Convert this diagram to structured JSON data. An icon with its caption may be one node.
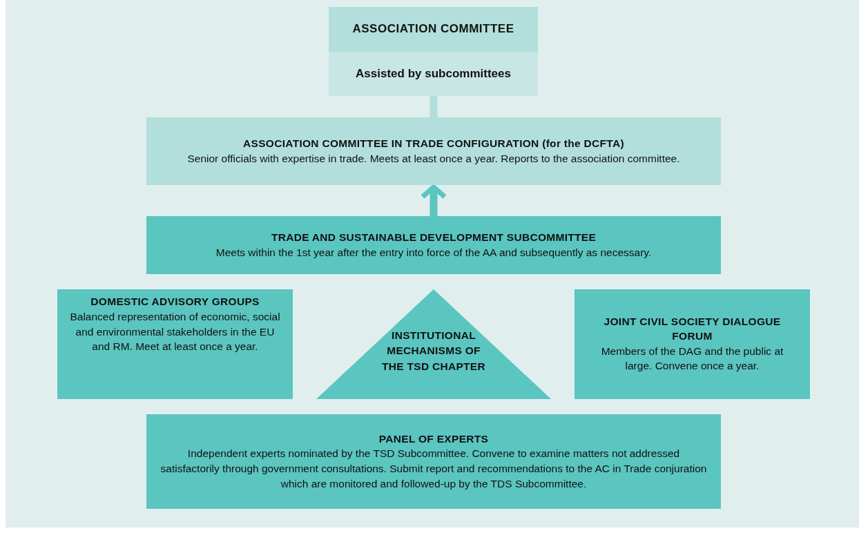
{
  "diagram": {
    "nodes": [
      {
        "text": [
          "ASSOCIATION COMMITTEE",
          "Assisted by subcommittees"
        ]
      },
      {
        "text": [
          "ASSOCIATION COMMITTEE IN TRADE CONFIGURATION (for the DCFTA)",
          "Senior officials with expertise in trade. Meets at least once a year. Reports to the association committee."
        ]
      },
      {
        "text": [
          "TRADE AND SUSTAINABLE DEVELOPMENT SUBCOMMITTEE",
          "Meets within the 1st year after the entry into force of the AA and subsequently as necessary."
        ]
      },
      {
        "text": [
          "DOMESTIC ADVISORY GROUPS",
          "Balanced representation of economic, social and environmental stakeholders in the EU and RM. Meet at least once a year."
        ]
      },
      {
        "text": [
          "INSTITUTIONAL MECHANISMS OF THE TSD CHAPTER"
        ]
      },
      {
        "text": [
          "JOINT CIVIL SOCIETY DIALOGUE FORUM",
          "Members of the DAG and the public at large. Convene once a year."
        ]
      },
      {
        "text": [
          "PANEL OF EXPERTS",
          "Independent experts nominated by the TSD Subcommittee. Convene to examine matters not addressed satisfactorily through government consultations. Submit report and recommendations to the AC in Trade conjuration which are monitored and followed-up by the TDS Subcommittee."
        ]
      }
    ],
    "edges": [
      {
        "from": 1,
        "to": 0,
        "arrow": "none",
        "color": "#b2dfdb"
      },
      {
        "from": 2,
        "to": 1,
        "arrow": "to",
        "color": "#5bc5c0"
      }
    ]
  }
}
